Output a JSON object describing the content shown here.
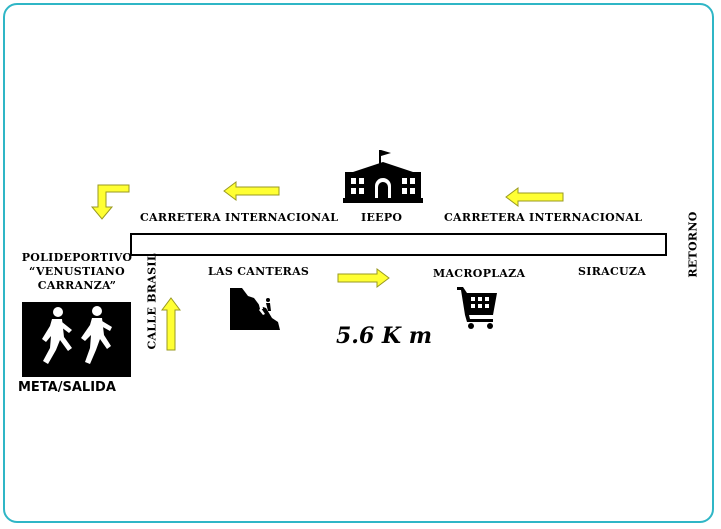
{
  "map": {
    "road_top_left": "CARRETERA INTERNACIONAL",
    "road_top_center": "IEEPO",
    "road_top_right": "CARRETERA INTERNACIONAL",
    "retorno": "RETORNO",
    "venue_line1": "POLIDEPORTIVO",
    "venue_line2": "“VENUSTIANO",
    "venue_line3": "CARRANZA”",
    "calle": "CALLE BRASIL",
    "las_canteras": "LAS CANTERAS",
    "macroplaza": "MACROPLAZA",
    "siracuza": "SIRACUZA",
    "distance": "5.6 K m",
    "meta_salida": "META/SALIDA"
  },
  "colors": {
    "arrow_fill": "#ffff33",
    "arrow_stroke": "#9a9a20",
    "frame": "#2fb6c6"
  },
  "icons": {
    "building": "school-building-icon",
    "cliff": "cliff-climber-icon",
    "cart": "shopping-cart-icon",
    "runners": "runners-icon"
  }
}
